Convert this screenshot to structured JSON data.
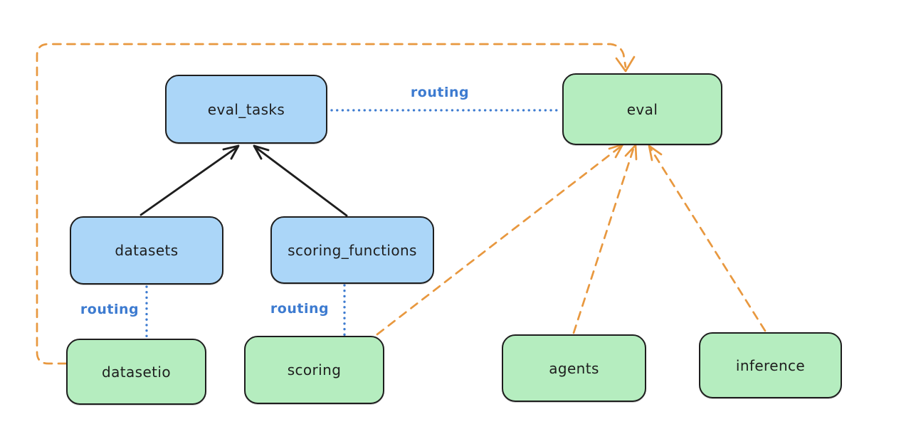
{
  "nodes": {
    "eval_tasks": {
      "label": "eval_tasks"
    },
    "eval": {
      "label": "eval"
    },
    "datasets": {
      "label": "datasets"
    },
    "scoring_functions": {
      "label": "scoring_functions"
    },
    "datasetio": {
      "label": "datasetio"
    },
    "scoring": {
      "label": "scoring"
    },
    "agents": {
      "label": "agents"
    },
    "inference": {
      "label": "inference"
    }
  },
  "labels": {
    "routing_top": "routing",
    "routing_left": "routing",
    "routing_mid": "routing"
  },
  "colors": {
    "stroke": "#1e1e1e",
    "blue_fill": "#abd6f8",
    "green_fill": "#b5edbf",
    "orange": "#e8983f",
    "blue_line": "#3d7bd0"
  },
  "edges": [
    {
      "from": "datasets",
      "to": "eval_tasks",
      "style": "solid",
      "color": "black"
    },
    {
      "from": "scoring_functions",
      "to": "eval_tasks",
      "style": "solid",
      "color": "black"
    },
    {
      "from": "eval_tasks",
      "to": "eval",
      "style": "dotted",
      "color": "blue",
      "label": "routing"
    },
    {
      "from": "datasets",
      "to": "datasetio",
      "style": "dotted",
      "color": "blue",
      "label": "routing"
    },
    {
      "from": "scoring_functions",
      "to": "scoring",
      "style": "dotted",
      "color": "blue",
      "label": "routing"
    },
    {
      "from": "datasetio",
      "to": "eval",
      "style": "dashed",
      "color": "orange"
    },
    {
      "from": "scoring",
      "to": "eval",
      "style": "dashed",
      "color": "orange"
    },
    {
      "from": "agents",
      "to": "eval",
      "style": "dashed",
      "color": "orange"
    },
    {
      "from": "inference",
      "to": "eval",
      "style": "dashed",
      "color": "orange"
    }
  ]
}
